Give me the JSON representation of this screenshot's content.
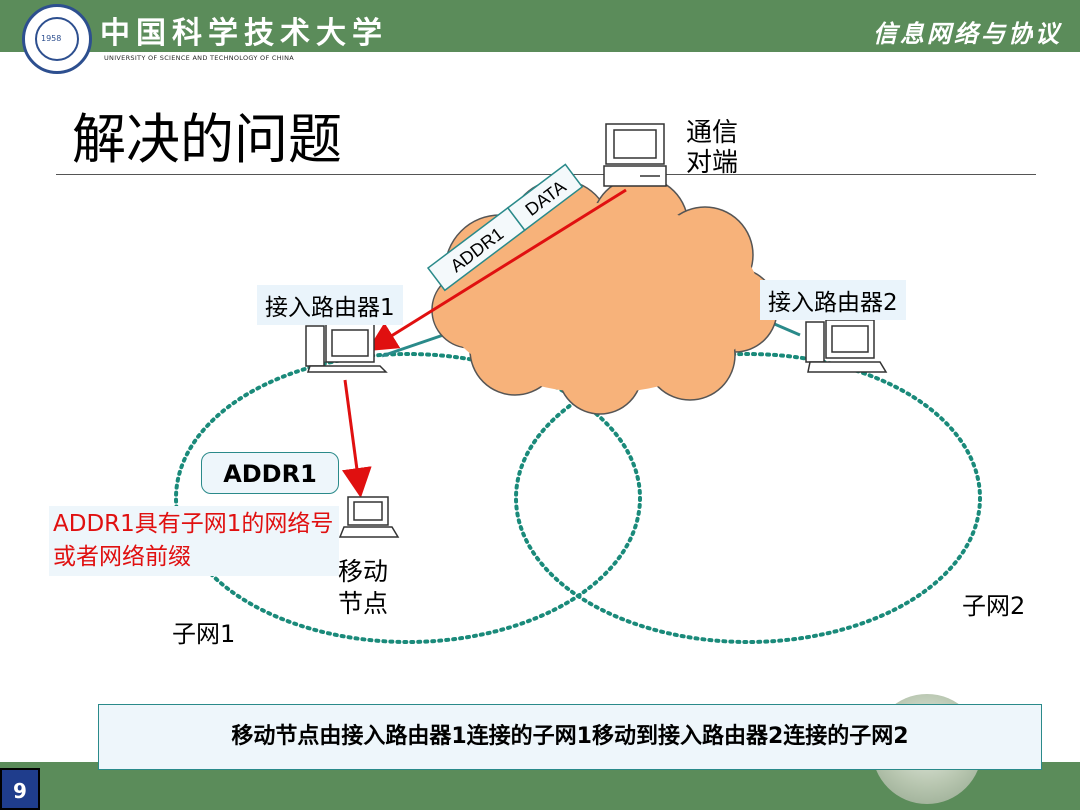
{
  "header": {
    "university_cn": "中国科学技术大学",
    "university_en": "UNIVERSITY OF SCIENCE AND TECHNOLOGY OF CHINA",
    "logo_year": "1958",
    "course": "信息网络与协议",
    "bar_color": "#5b8c5a"
  },
  "title": "解决的问题",
  "diagram": {
    "correspondent_label": "通信对端",
    "router1_label": "接入路由器1",
    "router2_label": "接入路由器2",
    "packet_addr": "ADDR1",
    "packet_data": "DATA",
    "callout_addr": "ADDR1",
    "red_note": "ADDR1具有子网1的网络号或者网络前缀",
    "mobile_node_label": "移动节点",
    "subnet1_label": "子网1",
    "subnet2_label": "子网2",
    "cloud_color": "#f7b27a",
    "ellipse_color": "#1a8a7a",
    "arrow_color": "#e01010"
  },
  "summary": "移动节点由接入路由器1连接的子网1移动到接入路由器2连接的子网2",
  "page_number": "9"
}
